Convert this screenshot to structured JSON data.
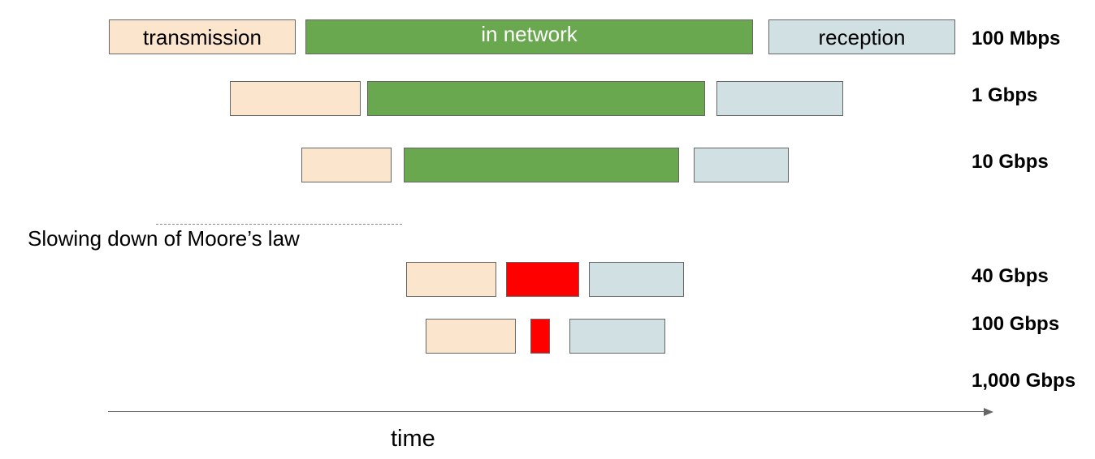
{
  "phases": {
    "transmission": "transmission",
    "network": "in network",
    "reception": "reception"
  },
  "rates": [
    "100 Mbps",
    "1 Gbps",
    "10 Gbps",
    "40 Gbps",
    "100 Gbps",
    "1,000 Gbps"
  ],
  "annotation": "Slowing down of Moore’s law",
  "axis": {
    "label": "time"
  },
  "colors": {
    "transmission": "#fce5cd",
    "network": "#6aa84f",
    "network_late": "#ff0000",
    "reception": "#d0e0e3"
  }
}
